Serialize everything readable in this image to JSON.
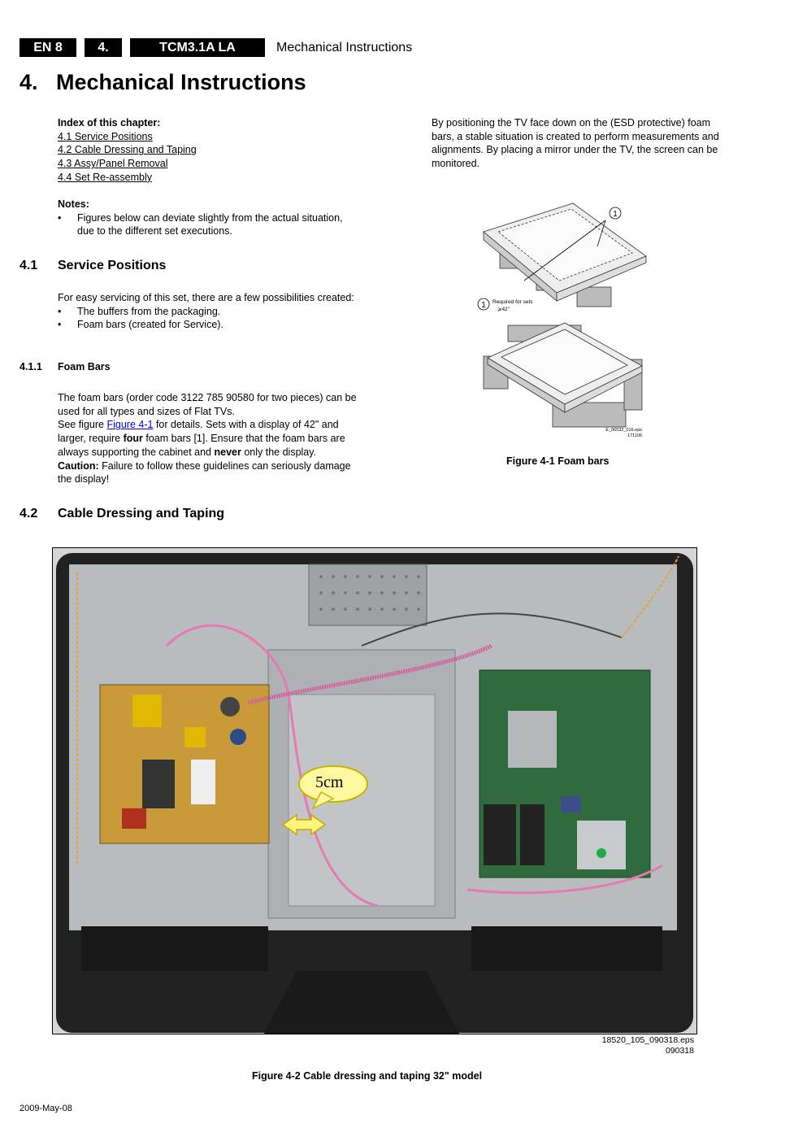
{
  "header": {
    "page_label": "EN 8",
    "chapter_num": "4.",
    "model": "TCM3.1A LA",
    "section_title": "Mechanical Instructions"
  },
  "chapter_title": "4.   Mechanical Instructions",
  "index": {
    "heading": "Index of this chapter:",
    "items": [
      "4.1 Service Positions",
      "4.2 Cable Dressing and Taping",
      "4.3 Assy/Panel Removal",
      "4.4 Set Re-assembly"
    ]
  },
  "notes": {
    "heading": "Notes:",
    "bullet_1": "Figures below can deviate slightly from the actual situation, due to the different set executions."
  },
  "sec_4_1": {
    "number": "4.1",
    "title": "Service Positions",
    "intro": "For easy servicing of this set, there are a few possibilities created:",
    "bullets": [
      "The buffers from the packaging.",
      "Foam bars (created for Service)."
    ]
  },
  "sec_4_1_1": {
    "number": "4.1.1",
    "title": "Foam Bars",
    "line1": "The foam bars (order code 3122 785 90580 for two pieces) can be used for all types and sizes of Flat TVs.",
    "see_figure_prefix": "See figure ",
    "figure_link": "Figure 4-1",
    "line2a": " for details. Sets with a display of 42\" and larger, require ",
    "line2_bold": "four",
    "line2b": " foam bars [1]. Ensure that the foam bars are always supporting the cabinet and ",
    "line2_bold2": "never",
    "line2c": " only the display.",
    "caution_label": "Caution:",
    "caution_text": " Failure to follow these guidelines can seriously damage the display!"
  },
  "right_col_text": "By positioning the TV face down on the (ESD protective) foam bars, a stable situation is created to perform measurements and alignments. By placing a mirror under the TV, the screen can be monitored.",
  "figure_4_1": {
    "callout_number": "1",
    "legend_line1": "Required for sets",
    "legend_line2": "⩾42\"",
    "file_id": "E_06532_016.eps",
    "file_date": "171106",
    "caption": "Figure 4-1 Foam bars"
  },
  "sec_4_2": {
    "number": "4.2",
    "title": "Cable Dressing and Taping"
  },
  "figure_4_2": {
    "annotation": "5cm",
    "file_id": "18520_105_090318.eps",
    "file_date": "090318",
    "caption": "Figure 4-2 Cable dressing and taping 32\" model"
  },
  "footer_date": "2009-May-08"
}
